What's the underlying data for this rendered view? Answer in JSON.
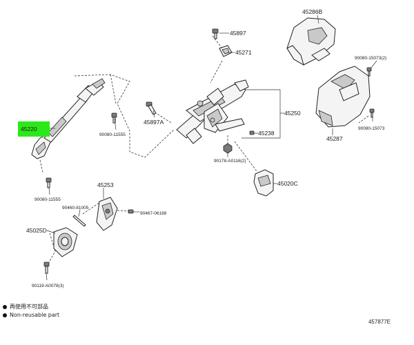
{
  "part_labels": {
    "p45286b": "45286B",
    "p45897": "45897",
    "p45271": "45271",
    "p90080_15073_2": "90080-15073(2)",
    "p45220": "45220",
    "p90080_11555_a": "90080-11555",
    "p45897a": "45897A",
    "p45250": "45250",
    "p45238": "45238",
    "p45287": "45287",
    "p90080_15073": "90080-15073",
    "p90178_a0116_2": "90178-A0116(2)",
    "p45020c": "45020C",
    "p90080_11555_b": "90080-11555",
    "p45253": "45253",
    "p90460_81005": "90460-81005",
    "p90467_06188": "90467-06188",
    "p45025d": "45025D",
    "p90119_a0078_3": "90119-A0078(3)"
  },
  "highlight_color": "#2ce81a",
  "legend": {
    "reuse_jp": "再使用不可部品",
    "reuse_en": "Non-reusable part"
  },
  "diagram_code": "457877E"
}
